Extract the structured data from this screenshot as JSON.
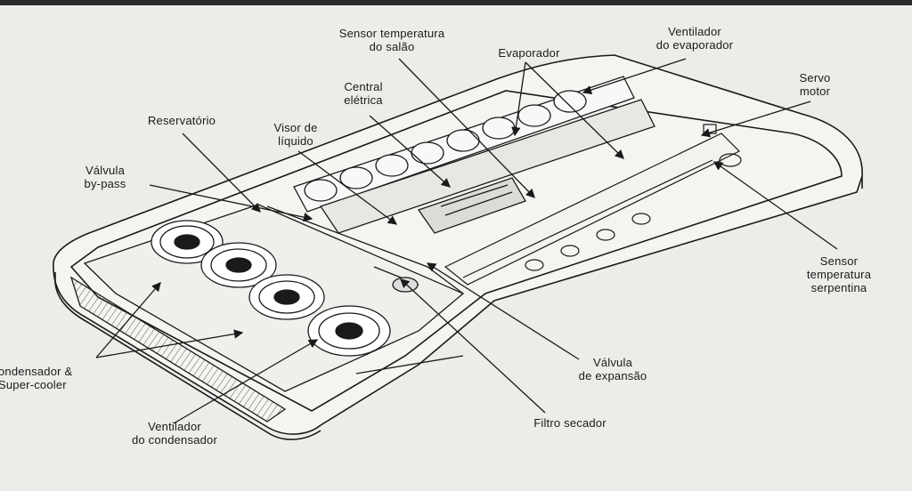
{
  "labels": {
    "sensor_salao": [
      "Sensor temperatura",
      "do salão"
    ],
    "evaporador": [
      "Evaporador"
    ],
    "ventilador_evaporador": [
      "Ventilador",
      "do evaporador"
    ],
    "servo_motor": [
      "Servo",
      "motor"
    ],
    "central_eletrica": [
      "Central",
      "elétrica"
    ],
    "reservatorio": [
      "Reservatório"
    ],
    "visor_liquido": [
      "Visor de",
      "líquido"
    ],
    "valvula_bypass": [
      "Válvula",
      "by-pass"
    ],
    "sensor_serpentina": [
      "Sensor",
      "temperatura",
      "serpentina"
    ],
    "condensador": [
      "ondensador &",
      "Super-cooler"
    ],
    "ventilador_condensador": [
      "Ventilador",
      "do condensador"
    ],
    "valvula_expansao": [
      "Válvula",
      "de expansão"
    ],
    "filtro_secador": [
      "Filtro secador"
    ]
  },
  "colors": {
    "background": "#ecece9",
    "ink": "#1a1a1a",
    "topbar": "#2b2b2b"
  }
}
